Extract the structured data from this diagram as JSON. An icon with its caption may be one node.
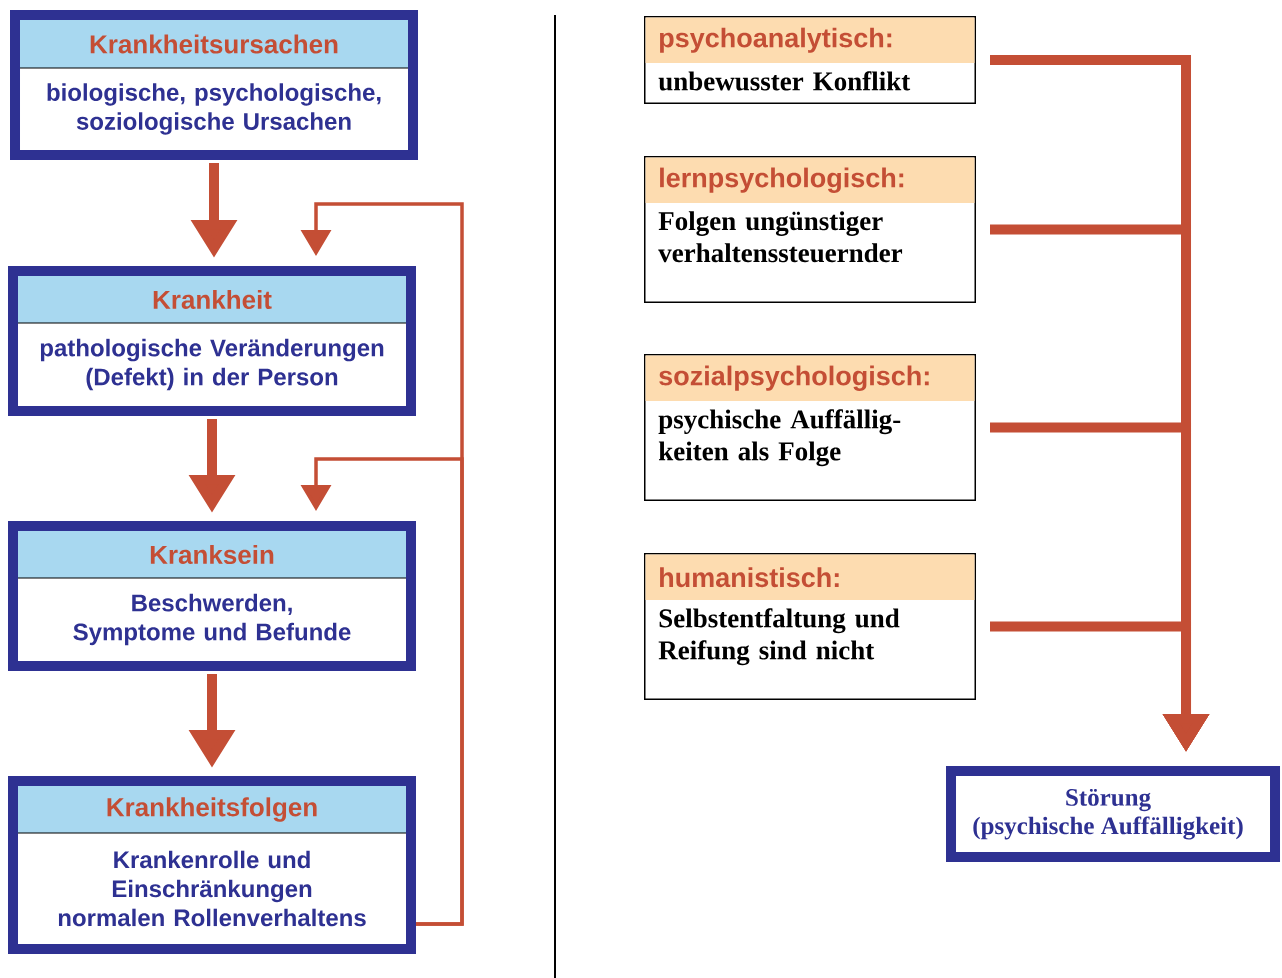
{
  "diagram": {
    "nodes": [
      {
        "text": [
          "Krankheitsursachen",
          "biologische, psychologische, soziologische Ursachen"
        ]
      },
      {
        "text": [
          "Krankheit",
          "pathologische Veränderungen (Defekt) in der Person"
        ]
      },
      {
        "text": [
          "Kranksein",
          "Beschwerden, Symptome und Befunde"
        ]
      },
      {
        "text": [
          "Krankheitsfolgen",
          "Krankenrolle und Einschränkungen normalen Rollenverhaltens"
        ]
      },
      {
        "text": [
          "psychoanalytisch:",
          "unbewusster Konflikt"
        ]
      },
      {
        "text": [
          "lernpsychologisch:",
          "Folgen ungünstiger verhaltenssteuernder"
        ]
      },
      {
        "text": [
          "sozialpsychologisch:",
          "psychische Auffällig- keiten als Folge"
        ]
      },
      {
        "text": [
          "humanistisch:",
          "Selbstentfaltung und Reifung sind nicht"
        ]
      },
      {
        "text": [
          "Störung",
          "(psychische Auffälligkeit)"
        ]
      }
    ],
    "edges": [
      {
        "from": 0,
        "to": 1,
        "arrow": "to"
      },
      {
        "from": 1,
        "to": 2,
        "arrow": "to"
      },
      {
        "from": 2,
        "to": 3,
        "arrow": "to"
      },
      {
        "from": 3,
        "to": 1,
        "arrow": "to"
      },
      {
        "from": 3,
        "to": 2,
        "arrow": "to"
      },
      {
        "from": 4,
        "to": 8,
        "arrow": "to"
      },
      {
        "from": 5,
        "to": 8,
        "arrow": "to"
      },
      {
        "from": 6,
        "to": 8,
        "arrow": "to"
      },
      {
        "from": 7,
        "to": 8,
        "arrow": "to"
      }
    ]
  }
}
